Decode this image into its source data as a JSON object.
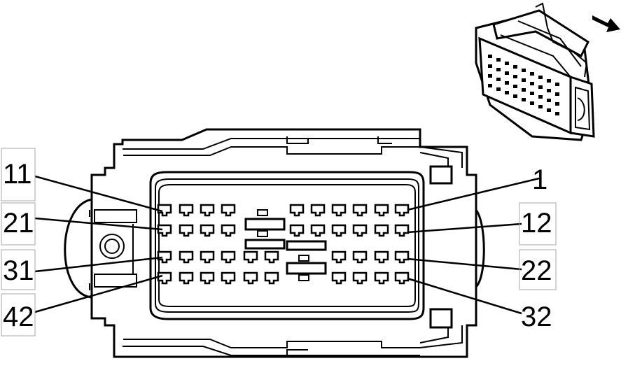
{
  "pin_labels": {
    "p11": "11",
    "p21": "21",
    "p31": "31",
    "p42": "42",
    "p1": "1",
    "p12": "12",
    "p22": "22",
    "p32": "32"
  },
  "icons": {
    "direction": "arrow-icon",
    "connector_iso": "connector-iso-icon"
  }
}
